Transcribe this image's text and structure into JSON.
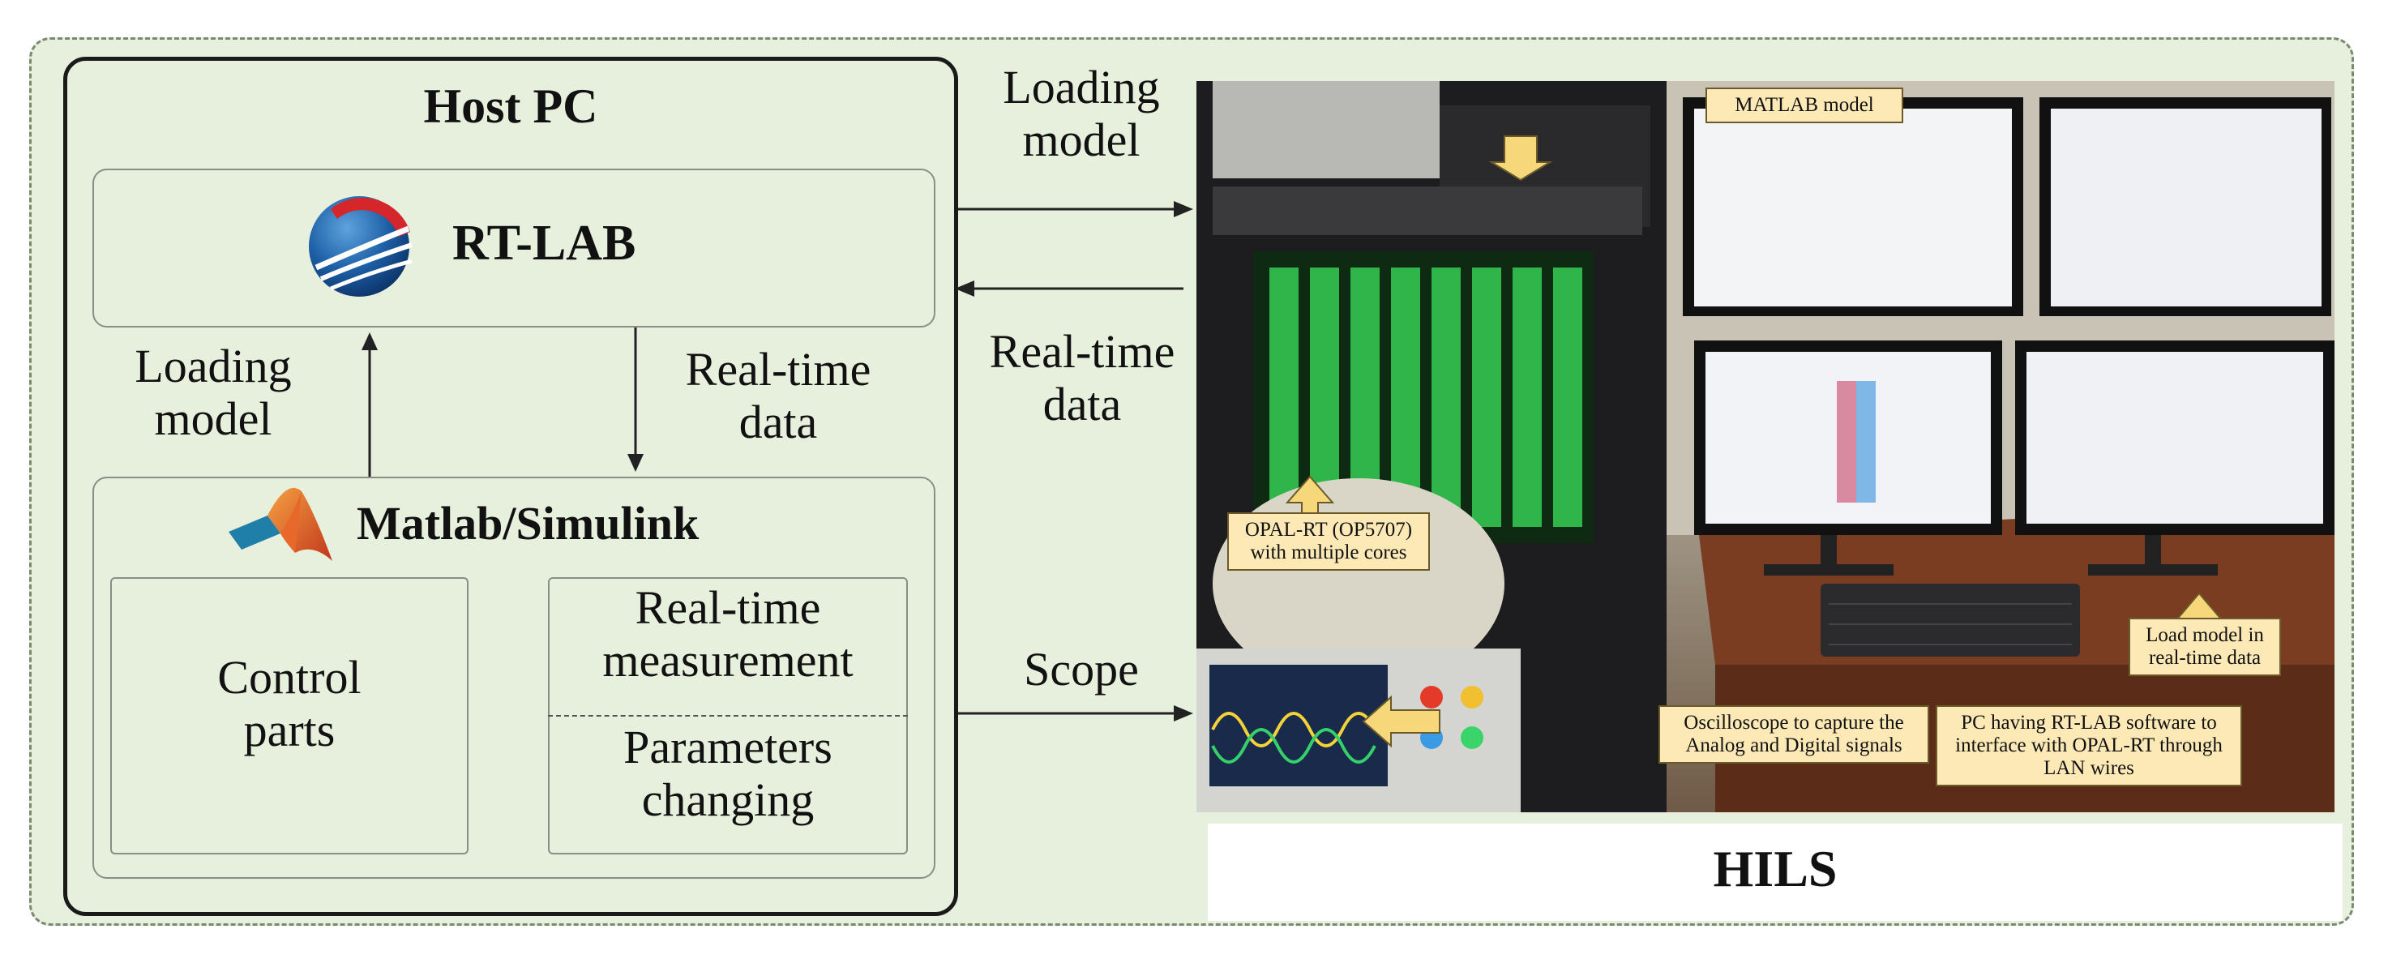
{
  "host_pc": {
    "title": "Host PC",
    "rtlab_label": "RT-LAB",
    "loading_model_label": [
      "Loading",
      "model"
    ],
    "realtime_data_label": [
      "Real-time",
      "data"
    ],
    "matlab_label": "Matlab/Simulink",
    "control_parts": [
      "Control",
      "parts"
    ],
    "realtime_measurement": [
      "Real-time",
      "measurement"
    ],
    "parameters_changing": [
      "Parameters",
      "changing"
    ]
  },
  "links": {
    "loading_model": [
      "Loading",
      "model"
    ],
    "realtime_data": [
      "Real-time",
      "data"
    ],
    "scope": "Scope"
  },
  "hils": {
    "label": "HILS",
    "callout_matlab": "MATLAB model",
    "callout_opal": [
      "OPAL-RT (OP5707)",
      "with multiple cores"
    ],
    "callout_scope": [
      "Oscilloscope to capture the",
      "Analog and Digital signals"
    ],
    "callout_pc": [
      "PC having RT-LAB software to",
      "interface with OPAL-RT through",
      "LAN wires"
    ],
    "callout_load": [
      "Load model in",
      "real-time data"
    ]
  },
  "colors": {
    "panel_bg": "#e7efdd",
    "callout_bg": "#fce9b6",
    "callout_arrow": "#f6d77a"
  }
}
